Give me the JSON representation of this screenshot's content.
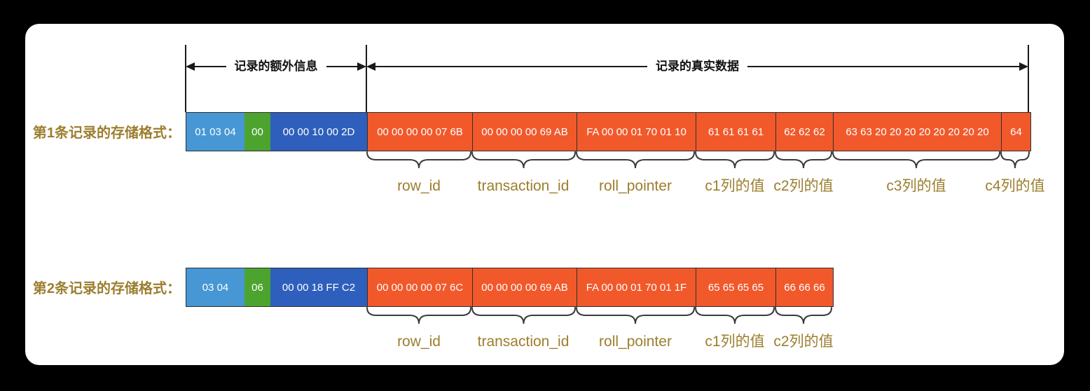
{
  "colors": {
    "light_blue": "#4697D4",
    "green": "#4CA42F",
    "dark_blue": "#2E5FBC",
    "orange": "#F1592B",
    "gold_text": "#9C7E2E",
    "line": "#1a1a1a",
    "panel_bg": "#ffffff",
    "page_bg": "#000000"
  },
  "measures": {
    "extra_info": "记录的额外信息",
    "real_data": "记录的真实数据"
  },
  "rows": [
    {
      "title": "第1条记录的存储格式：",
      "segments": [
        {
          "text": "01 03 04"
        },
        {
          "text": "00"
        },
        {
          "text": "00 00 10 00 2D"
        },
        {
          "text": "00 00 00 00 07 6B"
        },
        {
          "text": "00 00 00 00 69 AB"
        },
        {
          "text": "FA 00 00 01 70 01 10"
        },
        {
          "text": "61 61 61 61"
        },
        {
          "text": "62 62 62"
        },
        {
          "text": "63 63 20 20 20 20 20 20 20 20"
        },
        {
          "text": "64"
        }
      ],
      "fields": [
        "row_id",
        "transaction_id",
        "roll_pointer",
        "c1列的值",
        "c2列的值",
        "c3列的值",
        "c4列的值"
      ]
    },
    {
      "title": "第2条记录的存储格式：",
      "segments": [
        {
          "text": "03 04"
        },
        {
          "text": "06"
        },
        {
          "text": "00 00 18 FF C2"
        },
        {
          "text": "00 00 00 00 07 6C"
        },
        {
          "text": "00 00 00 00 69 AB"
        },
        {
          "text": "FA 00 00 01 70 01 1F"
        },
        {
          "text": "65 65 65 65"
        },
        {
          "text": "66 66 66"
        }
      ],
      "fields": [
        "row_id",
        "transaction_id",
        "roll_pointer",
        "c1列的值",
        "c2列的值"
      ]
    }
  ]
}
